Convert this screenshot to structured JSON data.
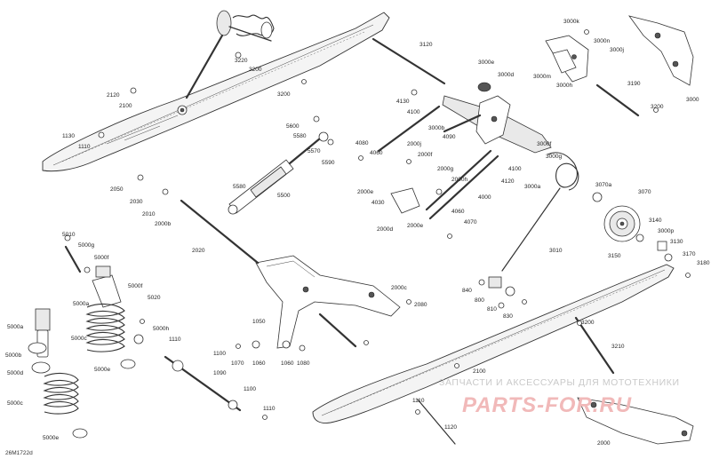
{
  "diagram_code": "26M1722d",
  "watermark": {
    "line1": "ЗАПЧАСТИ И АКСЕССУАРЫ ДЛЯ МОТОТЕХНИКИ",
    "line2": "PARTS-FOR.RU"
  },
  "labels": {
    "l_3120": "3120",
    "l_3220": "3220",
    "l_3200a": "3200",
    "l_3200b": "3200",
    "l_2120": "2120",
    "l_2100a": "2100",
    "l_1130": "1130",
    "l_1110a": "1110",
    "l_3000e": "3000e",
    "l_3000d": "3000d",
    "l_3000k": "3000k",
    "l_3000n": "3000n",
    "l_3000j": "3000j",
    "l_3000m": "3000m",
    "l_3000h": "3000h",
    "l_3000": "3000",
    "l_3190": "3190",
    "l_3200c": "3200",
    "l_4130": "4130",
    "l_4100a": "4100",
    "l_3000b": "3000b",
    "l_4090": "4090",
    "l_3000f": "3000f",
    "l_3000g": "3000g",
    "l_5600": "5600",
    "l_5580a": "5580",
    "l_5570": "5570",
    "l_5590": "5590",
    "l_4080": "4080",
    "l_4060a": "4060",
    "l_2000j": "2000j",
    "l_2000f": "2000f",
    "l_2000g": "2000g",
    "l_2000h": "2000h",
    "l_4100b": "4100",
    "l_4120": "4120",
    "l_3000a": "3000a",
    "l_2050": "2050",
    "l_2030": "2030",
    "l_5580b": "5580",
    "l_5500": "5500",
    "l_2000e_a": "2000e",
    "l_4030": "4030",
    "l_4000": "4000",
    "l_2010": "2010",
    "l_2000b": "2000b",
    "l_2000d": "2000d",
    "l_2000e_b": "2000e",
    "l_4060b": "4060",
    "l_4070": "4070",
    "l_3070a": "3070a",
    "l_3070": "3070",
    "l_3140": "3140",
    "l_3000p": "3000p",
    "l_3130": "3130",
    "l_3010": "3010",
    "l_3150": "3150",
    "l_3170": "3170",
    "l_3180": "3180",
    "l_5010": "5010",
    "l_5000g": "5000g",
    "l_5000f_a": "5000f",
    "l_2020": "2020",
    "l_5000f_b": "5000f",
    "l_5020": "5020",
    "l_5000a_a": "5000a",
    "l_5000h": "5000h",
    "l_5000c_a": "5000c",
    "l_5000a_b": "5000a",
    "l_5000b": "5000b",
    "l_5000d": "5000d",
    "l_5000e_a": "5000e",
    "l_5000c_b": "5000c",
    "l_5000e_b": "5000e",
    "l_2000c": "2000c",
    "l_2080": "2080",
    "l_1050": "1050",
    "l_840": "840",
    "l_800": "800",
    "l_810": "810",
    "l_830": "830",
    "l_1110b": "1110",
    "l_1100a": "1100",
    "l_1070": "1070",
    "l_1060a": "1060",
    "l_1060b": "1060",
    "l_1080": "1080",
    "l_1090": "1090",
    "l_1100b": "1100",
    "l_1110c": "1110",
    "l_3200d": "3200",
    "l_3210": "3210",
    "l_2100b": "2100",
    "l_1110d": "1110",
    "l_1120": "1120",
    "l_2000": "2000"
  }
}
